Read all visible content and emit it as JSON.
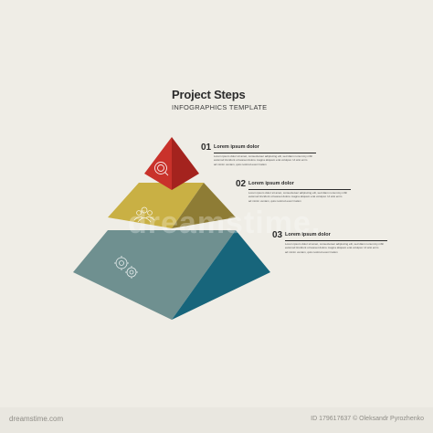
{
  "header": {
    "title": "Project Steps",
    "subtitle": "INFOGRAPHICS TEMPLATE"
  },
  "steps": [
    {
      "number": "01",
      "title": "Lorem ipsum dolor",
      "body": [
        "Lorem ipsum dolor sit amet, consectetuer adipiscing elit, sed diam nonummy nibh",
        "euismod tincidunt ut laoreet dolore magna aliquam erat volutpat. Ut wisi enim",
        "ad minim veniam, quis nostrud exerci tation"
      ],
      "icon": "magnifier-icon",
      "color_light": "#c9322b",
      "color_dark": "#a4231e"
    },
    {
      "number": "02",
      "title": "Lorem ipsum dolor",
      "body": [
        "Lorem ipsum dolor sit amet, consectetuer adipiscing elit, sed diam nonummy nibh",
        "euismod tincidunt ut laoreet dolore magna aliquam erat volutpat. Ut wisi enim",
        "ad minim veniam, quis nostrud exerci tation"
      ],
      "icon": "team-icon",
      "color_light": "#c9b044",
      "color_dark": "#8e7c35"
    },
    {
      "number": "03",
      "title": "Lorem ipsum dolor",
      "body": [
        "Lorem ipsum dolor sit amet, consectetuer adipiscing elit, sed diam nonummy nibh",
        "euismod tincidunt ut laoreet dolore magna aliquam erat volutpat. Ut wisi enim",
        "ad minim veniam, quis nostrud exerci tation"
      ],
      "icon": "gears-icon",
      "color_light": "#6f9090",
      "color_dark": "#17657b"
    }
  ],
  "watermark": {
    "text": "dreamstime.",
    "id_label": "ID 179617637 © Oleksandr Pyrozhenko",
    "logo": "dreamstime.com"
  }
}
